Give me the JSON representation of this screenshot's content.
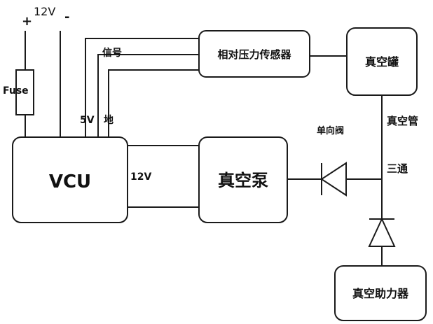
{
  "supply": {
    "plus": "+",
    "voltage": "12V",
    "minus": "-",
    "fuse": "Fuse"
  },
  "blocks": {
    "vcu": "VCU",
    "pressure_sensor": "相对压力传感器",
    "vacuum_tank": "真空罐",
    "vacuum_pump": "真空泵",
    "vacuum_booster": "真空助力器"
  },
  "wires": {
    "signal": "信号",
    "v5": "5V",
    "ground": "地",
    "pump_12v": "12V"
  },
  "pneumatic": {
    "vacuum_pipe": "真空管",
    "check_valve": "单向阀",
    "tee": "三通"
  },
  "colors": {
    "line": "#1a1a1a",
    "background": "#ffffff"
  }
}
